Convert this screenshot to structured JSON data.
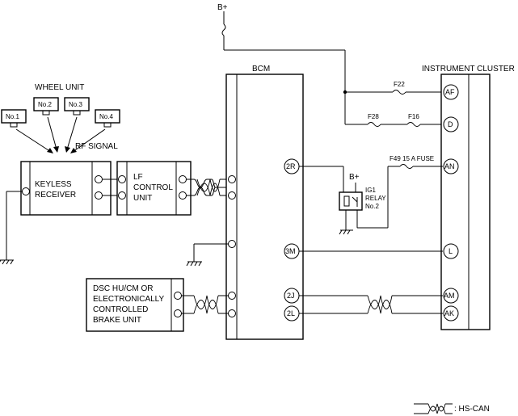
{
  "diagram": {
    "power": {
      "top": "B+",
      "relay_supply": "B+"
    },
    "components": {
      "wheel_unit_title": "WHEEL UNIT",
      "wheel_units": [
        "No.1",
        "No.2",
        "No.3",
        "No.4"
      ],
      "rf_signal": "RF SIGNAL",
      "keyless_receiver": [
        "KEYLESS",
        "RECEIVER"
      ],
      "lf_control_unit": [
        "LF",
        "CONTROL",
        "UNIT"
      ],
      "bcm": "BCM",
      "instrument_cluster": "INSTRUMENT CLUSTER",
      "dsc": [
        "DSC HU/CM OR",
        "ELECTRONICALLY",
        "CONTROLLED",
        "BRAKE UNIT"
      ],
      "relay": [
        "IG1",
        "RELAY",
        "No.2"
      ]
    },
    "fuses": {
      "f22": "F22",
      "f28": "F28",
      "f16": "F16",
      "f49": "F49 15 A FUSE"
    },
    "bcm_pins": {
      "p2r": "2R",
      "p3m": "3M",
      "p2j": "2J",
      "p2l": "2L"
    },
    "cluster_pins": {
      "af": "AF",
      "d": "D",
      "an": "AN",
      "l": "L",
      "am": "AM",
      "ak": "AK"
    },
    "legend": {
      "hs_can": ": HS-CAN"
    }
  }
}
